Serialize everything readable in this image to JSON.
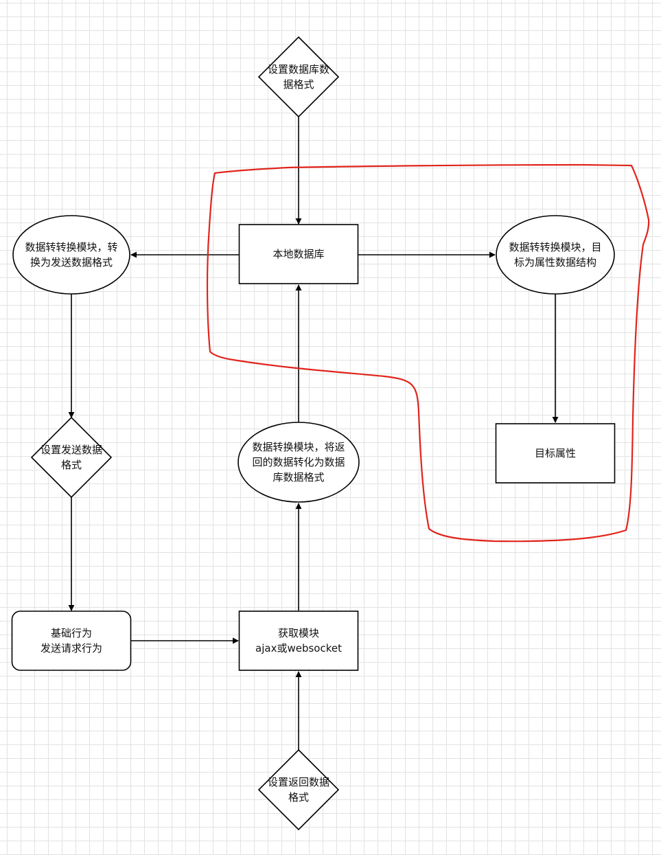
{
  "colors": {
    "node_stroke": "#000000",
    "edge": "#000000",
    "annotation": "#e0241b"
  },
  "nodes": {
    "db_format": {
      "label": "设置数据库数\n据格式",
      "shape": "diamond"
    },
    "local_db": {
      "label": "本地数据库",
      "shape": "rectangle"
    },
    "convert_send": {
      "label": "数据转转换模块，转\n换为发送数据格式",
      "shape": "ellipse"
    },
    "convert_attr": {
      "label": "数据转转换模块，目\n标为属性数据结构",
      "shape": "ellipse"
    },
    "send_format": {
      "label": "设置发送数据\n格式",
      "shape": "diamond"
    },
    "convert_return": {
      "label": "数据转换模块，将返\n回的数据转化为数据\n库数据格式",
      "shape": "ellipse"
    },
    "target_attr": {
      "label": "目标属性",
      "shape": "rectangle"
    },
    "base_action": {
      "label": "基础行为\n发送请求行为",
      "shape": "rounded-rectangle"
    },
    "fetch_module": {
      "label": "获取模块\najax或websocket",
      "shape": "rectangle"
    },
    "return_format": {
      "label": "设置返回数据\n格式",
      "shape": "diamond"
    }
  },
  "edges": [
    {
      "from": "db_format",
      "to": "local_db"
    },
    {
      "from": "local_db",
      "to": "convert_send"
    },
    {
      "from": "local_db",
      "to": "convert_attr"
    },
    {
      "from": "convert_send",
      "to": "send_format"
    },
    {
      "from": "send_format",
      "to": "base_action"
    },
    {
      "from": "base_action",
      "to": "fetch_module"
    },
    {
      "from": "fetch_module",
      "to": "convert_return"
    },
    {
      "from": "convert_return",
      "to": "local_db"
    },
    {
      "from": "convert_attr",
      "to": "target_attr"
    },
    {
      "from": "return_format",
      "to": "fetch_module"
    }
  ],
  "annotation": {
    "kind": "freehand-outline",
    "color": "#e0241b"
  }
}
